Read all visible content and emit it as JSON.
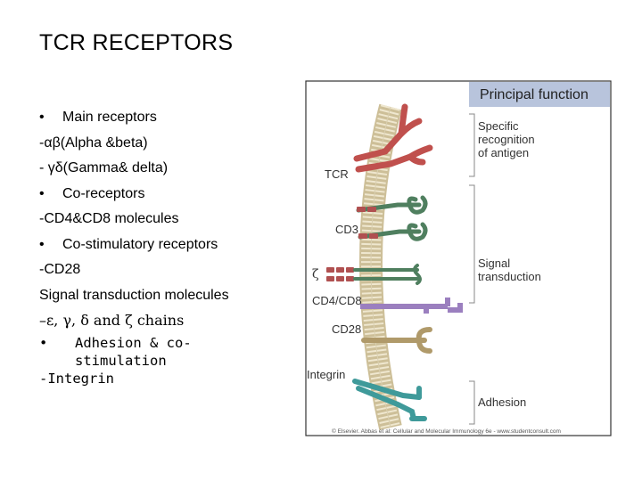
{
  "title": "TCR RECEPTORS",
  "bullets": {
    "main_receptors": "Main receptors",
    "ab": "-αβ(Alpha &beta)",
    "gd": "- γδ(Gamma& delta)",
    "co_receptors": "Co-receptors",
    "cd4cd8": "-CD4&CD8 molecules",
    "co_stim": "Co-stimulatory receptors",
    "cd28": "-CD28",
    "signal": "Signal transduction molecules",
    "chains": "–ε, γ, δ  and ζ chains",
    "adhesion_1": "Adhesion & co-",
    "adhesion_2": "stimulation",
    "integrin": "-Integrin",
    "bullet": "•"
  },
  "figure": {
    "header": "Principal function",
    "functions": {
      "specific_1": "Specific",
      "specific_2": "recognition",
      "specific_3": "of antigen",
      "signal_1": "Signal",
      "signal_2": "transduction",
      "adhesion": "Adhesion"
    },
    "labels": {
      "tcr": "TCR",
      "cd3": "CD3",
      "zeta": "ζ",
      "cd4cd8": "CD4/CD8",
      "cd28": "CD28",
      "integrin": "Integrin"
    },
    "copyright": "© Elsevier. Abbas et al: Cellular and Molecular Immunology 6e - www.studentconsult.com",
    "colors": {
      "header_bg": "#b8c4dc",
      "tcr": "#c0504d",
      "cd3": "#4f7f5f",
      "zeta": "#b05050",
      "cd4cd8": "#9b7fbf",
      "cd28": "#b09a6a",
      "integrin": "#3f9a9a",
      "membrane": "#e6dcc0"
    }
  }
}
